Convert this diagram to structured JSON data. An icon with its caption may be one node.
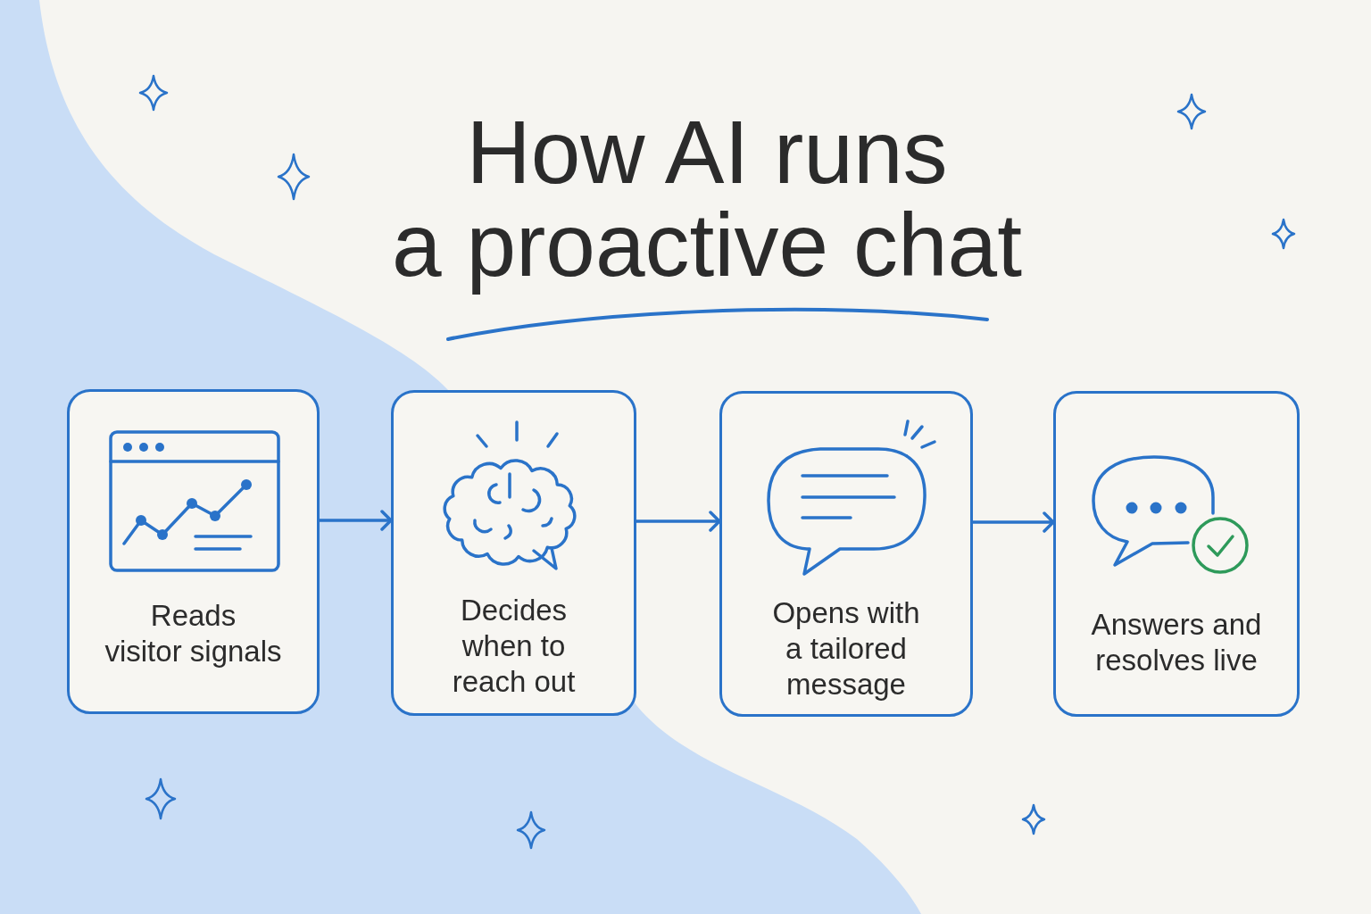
{
  "diagram": {
    "title": "How AI runs a proactive chat",
    "nodes": [
      {
        "text": [
          "Reads visitor signals"
        ]
      },
      {
        "text": [
          "Decides when to reach out"
        ]
      },
      {
        "text": [
          "Opens with a tailored message"
        ]
      },
      {
        "text": [
          "Answers and resolves live"
        ]
      }
    ],
    "edges": [
      {
        "from": 0,
        "to": 1,
        "arrow": "to"
      },
      {
        "from": 1,
        "to": 2,
        "arrow": "to"
      },
      {
        "from": 2,
        "to": 3,
        "arrow": "to"
      }
    ]
  }
}
